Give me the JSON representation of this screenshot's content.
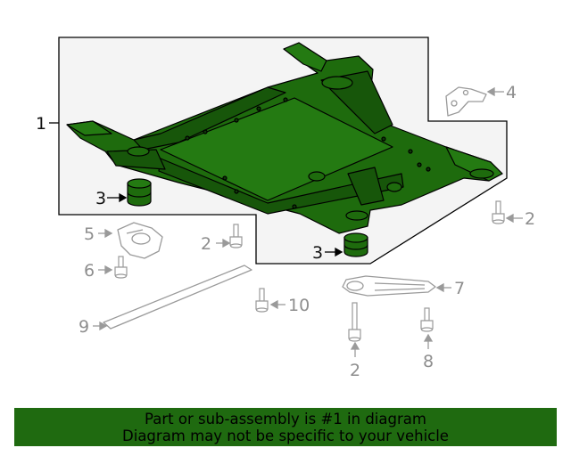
{
  "diagram": {
    "callouts": [
      {
        "id": "c1",
        "text": "1",
        "highlight": true
      },
      {
        "id": "c2a",
        "text": "2",
        "highlight": false
      },
      {
        "id": "c2b",
        "text": "2",
        "highlight": false
      },
      {
        "id": "c2c",
        "text": "2",
        "highlight": false
      },
      {
        "id": "c3a",
        "text": "3",
        "highlight": true
      },
      {
        "id": "c3b",
        "text": "3",
        "highlight": true
      },
      {
        "id": "c4",
        "text": "4",
        "highlight": false
      },
      {
        "id": "c5",
        "text": "5",
        "highlight": false
      },
      {
        "id": "c6",
        "text": "6",
        "highlight": false
      },
      {
        "id": "c7",
        "text": "7",
        "highlight": false
      },
      {
        "id": "c8",
        "text": "8",
        "highlight": false
      },
      {
        "id": "c9",
        "text": "9",
        "highlight": false
      },
      {
        "id": "c10",
        "text": "10",
        "highlight": false
      }
    ],
    "colors": {
      "highlight_fill": "#1e6b0d",
      "highlight_stroke": "#000000",
      "other_parts": "#a9a9a9",
      "panel_fill": "#f4f4f4",
      "banner_bg": "#1f6a10"
    }
  },
  "banner": {
    "line1": "Part or sub-assembly is #1 in diagram",
    "line2": "Diagram may not be specific to your vehicle"
  }
}
